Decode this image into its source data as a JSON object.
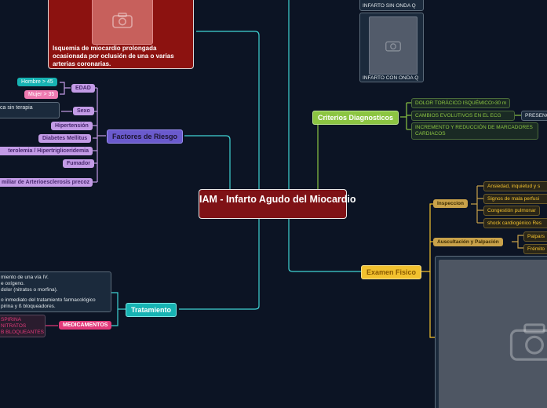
{
  "center": {
    "title": "IAM - Infarto Agudo del Miocardio"
  },
  "definition": {
    "text": "Isquemia de miocardio prolongada ocasionada por oclusión de una o varias arterias coronarias."
  },
  "infarto": {
    "sin_onda_q": "INFARTO SIN ONDA Q",
    "con_onda_q": "INFARTO CON ONDA Q"
  },
  "factores": {
    "title": "Factores de Riesgo",
    "edad": "EDAD",
    "hombre": "Hombre > 45",
    "mujer": "Mujer > 35",
    "sexo": "Sexo",
    "sexo_note": "ca sin terapia",
    "hipertension": "Hipertensión",
    "diabetes": "Diabetes Mellitus",
    "colesterol": "terolemia / Hipertrigliceridemia",
    "fumador": "Fumador",
    "familiar": "miliar de Arterioesclerosis precoz"
  },
  "tratamiento": {
    "title": "Tratamiento",
    "notes": [
      "miento de una vía IV.",
      "e oxígeno.",
      "dolor (nitratos o morfina).",
      "o inmediato del tratamiento farmacológico",
      "pirina y ß bloqueadores."
    ],
    "medicamentos": "MEDICAMENTOS",
    "meds": [
      "SPIRINA",
      "NITRATOS",
      "B BLOQUEANTES"
    ]
  },
  "criterios": {
    "title": "Criterios Diagnosticos",
    "items": [
      "DOLOR TORÁCICO ISQUÉMICO>30 m",
      "CAMBIOS EVOLUTIVOS EN EL ECG",
      "INCREMENTO Y REDUCCIÓN DE MARCADORES CARDIACOS"
    ],
    "presencia": "PRESENC"
  },
  "examen": {
    "title": "Examen Fisico",
    "inspeccion": "Inspeccion",
    "inspeccion_items": [
      "Ansiedad, inquietud y s",
      "Signos de mala perfusi",
      "Congestión pulmonar",
      "shock cardiogénico Res"
    ],
    "auscultacion": "Auscultación y Palpación",
    "auscultacion_items": [
      "Palpars",
      "Frémito"
    ]
  },
  "colors": {
    "center": "#7f1216",
    "factores": "#6a5acd",
    "factores_sub": "#c39be6",
    "tratamiento": "#17b3b3",
    "medicamentos": "#e23a7a",
    "criterios": "#8cc542",
    "examen": "#f2c12e",
    "examen_sub": "#c9a24a"
  },
  "icons": {
    "image_placeholder": "camera-icon"
  }
}
